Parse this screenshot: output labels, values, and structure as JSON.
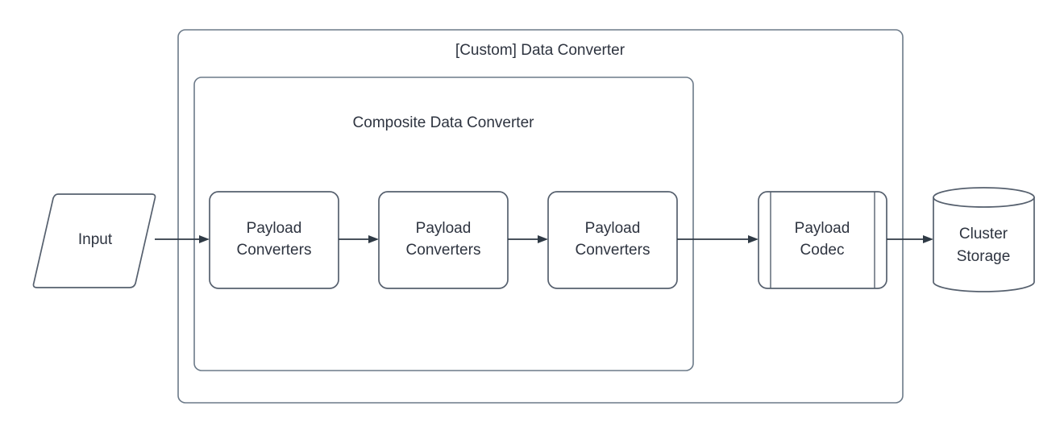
{
  "diagram": {
    "type": "flow-diagram",
    "background_color": "#ffffff",
    "stroke_color": "#6c7a89",
    "text_color": "#2e3440",
    "connector_color": "#2f3a45",
    "outer_container": {
      "title": "[Custom] Data Converter",
      "shape": "rounded-rectangle"
    },
    "inner_container": {
      "title": "Composite Data Converter",
      "shape": "rounded-rectangle"
    },
    "nodes": {
      "input": {
        "label": "Input",
        "shape": "parallelogram"
      },
      "converter_1": {
        "line1": "Payload",
        "line2": "Converters",
        "shape": "rounded-rectangle"
      },
      "converter_2": {
        "line1": "Payload",
        "line2": "Converters",
        "shape": "rounded-rectangle"
      },
      "converter_3": {
        "line1": "Payload",
        "line2": "Converters",
        "shape": "rounded-rectangle"
      },
      "codec": {
        "line1": "Payload",
        "line2": "Codec",
        "shape": "predefined-process"
      },
      "storage": {
        "line1": "Cluster",
        "line2": "Storage",
        "shape": "cylinder"
      }
    },
    "connectors": [
      {
        "from": "input",
        "to": "converter_1",
        "style": "arrow"
      },
      {
        "from": "converter_1",
        "to": "converter_2",
        "style": "arrow"
      },
      {
        "from": "converter_2",
        "to": "converter_3",
        "style": "arrow"
      },
      {
        "from": "converter_3",
        "to": "codec",
        "style": "arrow"
      },
      {
        "from": "codec",
        "to": "storage",
        "style": "arrow"
      }
    ]
  }
}
